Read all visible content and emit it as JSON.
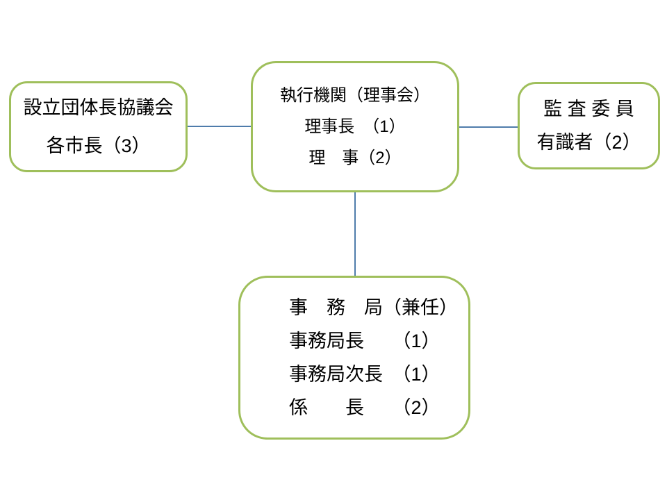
{
  "canvas": {
    "background": "#FFFFFF"
  },
  "style": {
    "box_border_color": "#9FBF5B",
    "connector_color": "#4F7CAB",
    "text_color": "#000000"
  },
  "boxes": {
    "council": {
      "lines": [
        "設立団体長協議会",
        "各市長（3）"
      ]
    },
    "executive": {
      "lines": [
        "執行機関（理事会）",
        "理事長　（1）",
        "理　事（2）"
      ]
    },
    "audit": {
      "lines": [
        "監 査 委 員",
        "有識者（2）"
      ]
    },
    "secretariat": {
      "lines": [
        "事　務　局（兼任）",
        "事務局長　　（1）",
        "事務局次長　（1）",
        "係　　長　　（2）"
      ]
    }
  }
}
